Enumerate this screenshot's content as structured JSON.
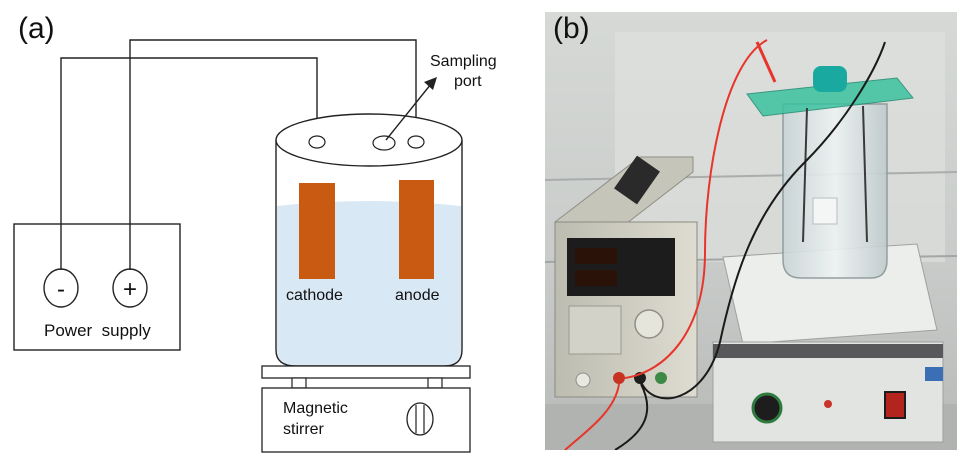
{
  "panels": {
    "a": {
      "label": "(a)",
      "sampling_port": [
        "Sampling",
        "port"
      ],
      "minus_sign": "-",
      "plus_sign": "+",
      "power_supply": "Power  supply",
      "cathode": "cathode",
      "anode": "anode",
      "magnetic_stirrer": [
        "Magnetic",
        "stirrer"
      ]
    },
    "b": {
      "label": "(b)"
    }
  },
  "colors": {
    "electrode": "#c85a12",
    "solution": "#d9e8f5",
    "line": "#222222",
    "wire_red": "#e8342a",
    "wire_black": "#1a1a1a"
  }
}
